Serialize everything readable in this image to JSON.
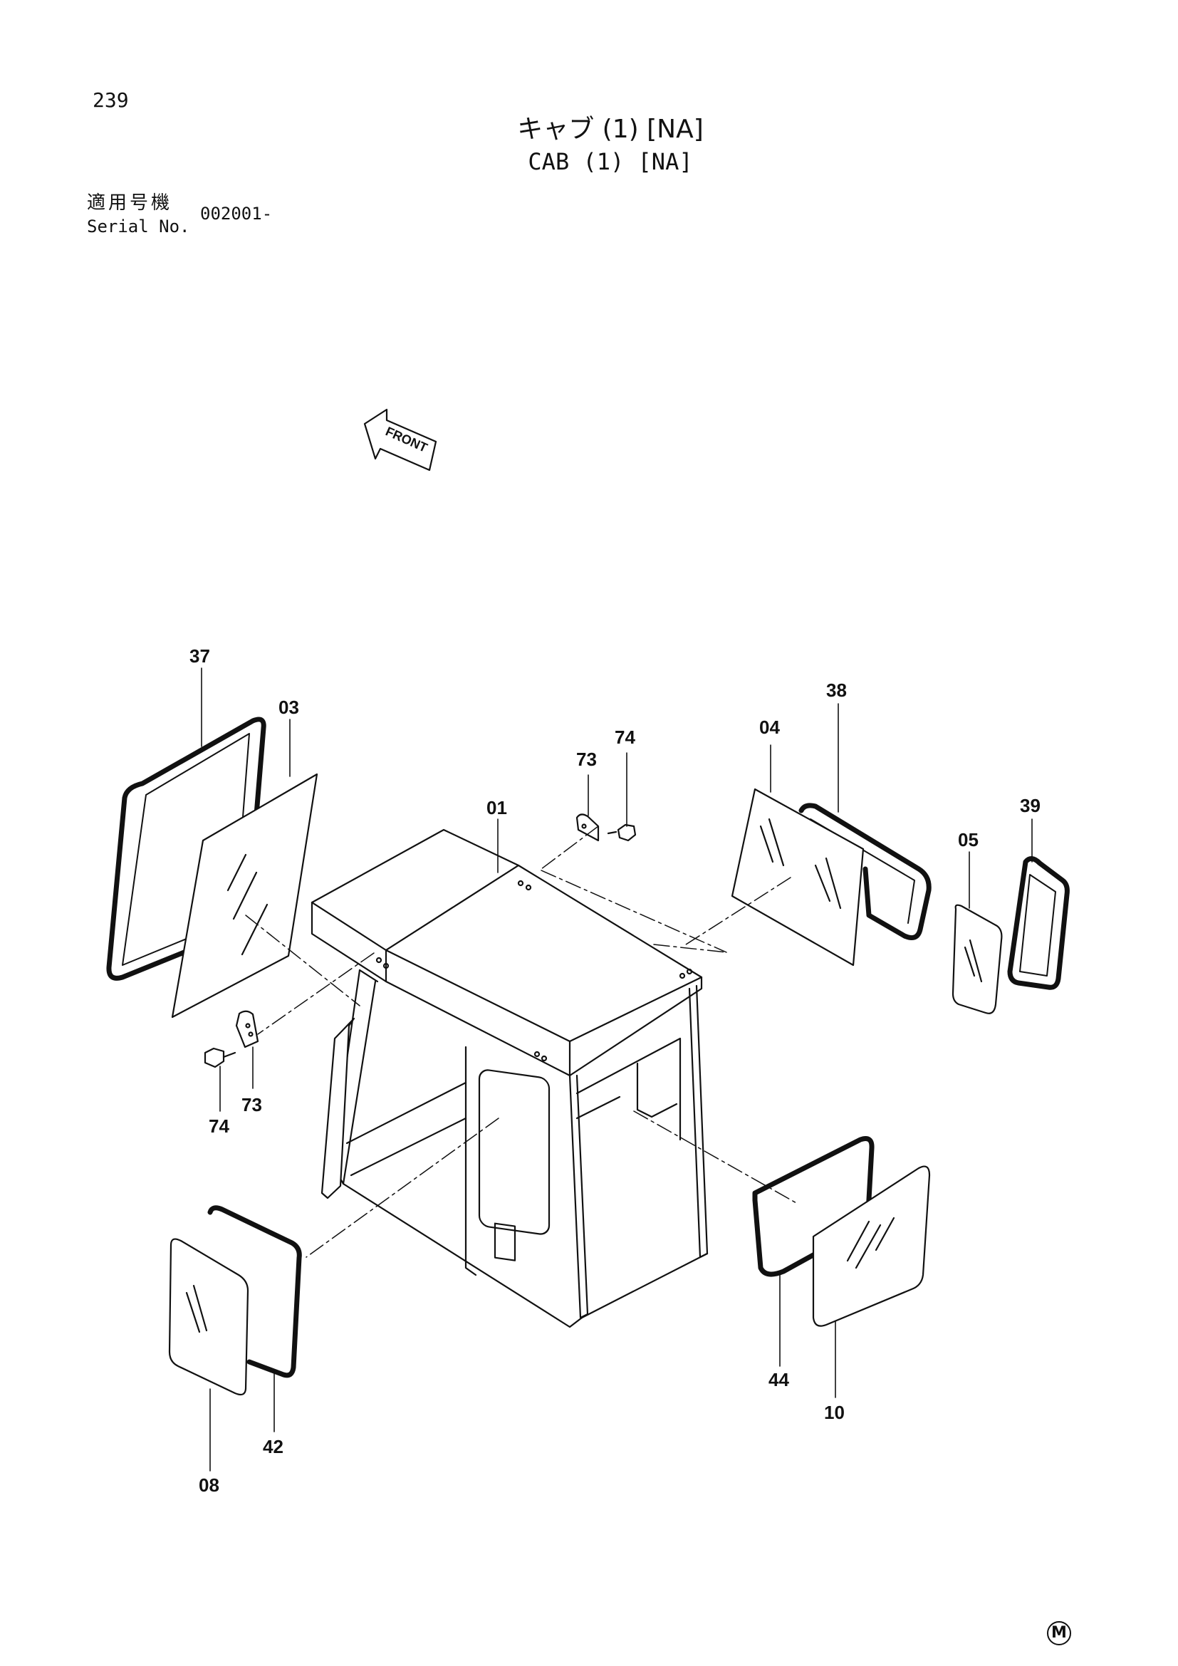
{
  "header": {
    "page_number": "239",
    "title_jp": "キャブ (1) [NA]",
    "title_en": "CAB (1) [NA]",
    "serial_label_jp": "適用号機",
    "serial_label_en": "Serial No.",
    "serial_value": "002001-"
  },
  "front_arrow_label": "FRONT",
  "callouts": {
    "c37": "37",
    "c03": "03",
    "c38": "38",
    "c04": "04",
    "c01": "01",
    "c73a": "73",
    "c74a": "74",
    "c39": "39",
    "c05": "05",
    "c73b": "73",
    "c74b": "74",
    "c44": "44",
    "c10": "10",
    "c42": "42",
    "c08": "08"
  },
  "footer_mark": "M"
}
